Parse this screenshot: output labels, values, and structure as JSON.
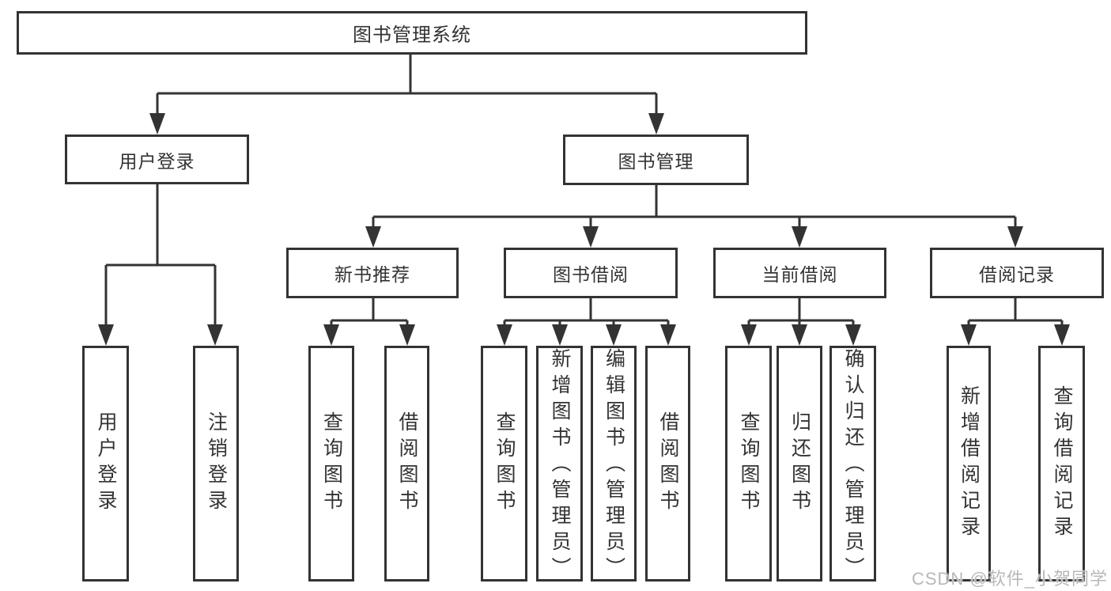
{
  "diagram": {
    "title": "图书管理系统",
    "branches": [
      {
        "label": "用户登录",
        "children": [
          {
            "label": "用户登录"
          },
          {
            "label": "注销登录"
          }
        ]
      },
      {
        "label": "图书管理",
        "children": [
          {
            "label": "新书推荐",
            "children": [
              {
                "label": "查询图书"
              },
              {
                "label": "借阅图书"
              }
            ]
          },
          {
            "label": "图书借阅",
            "children": [
              {
                "label": "查询图书"
              },
              {
                "label": "新增图书（管理员）"
              },
              {
                "label": "编辑图书（管理员）"
              },
              {
                "label": "借阅图书"
              }
            ]
          },
          {
            "label": "当前借阅",
            "children": [
              {
                "label": "查询图书"
              },
              {
                "label": "归还图书"
              },
              {
                "label": "确认归还（管理员）"
              }
            ]
          },
          {
            "label": "借阅记录",
            "children": [
              {
                "label": "新增借阅记录"
              },
              {
                "label": "查询借阅记录"
              }
            ]
          }
        ]
      }
    ]
  },
  "watermark": "CSDN @软件_小贺同学",
  "colors": {
    "line": "#333333",
    "text": "#333333",
    "watermark": "#b8b8b8",
    "background": "#ffffff"
  }
}
